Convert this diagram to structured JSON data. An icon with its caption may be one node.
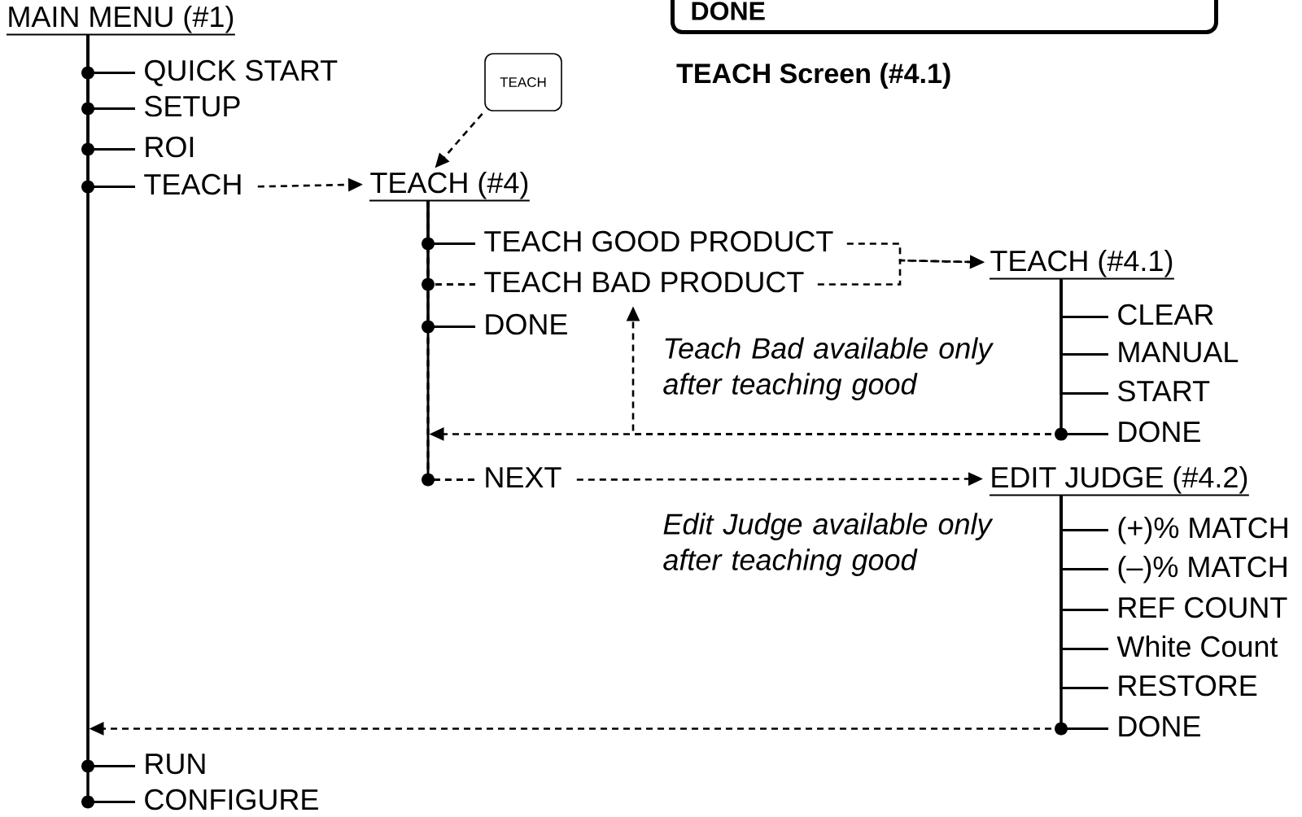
{
  "diagram": {
    "nodes": [
      {
        "text": [
          "MAIN MENU (#1)"
        ]
      },
      {
        "text": [
          "QUICK START"
        ]
      },
      {
        "text": [
          "SETUP"
        ]
      },
      {
        "text": [
          "ROI"
        ]
      },
      {
        "text": [
          "TEACH"
        ]
      },
      {
        "text": [
          "RUN"
        ]
      },
      {
        "text": [
          "CONFIGURE"
        ]
      },
      {
        "text": [
          "TEACH"
        ]
      },
      {
        "text": [
          "TEACH (#4)"
        ]
      },
      {
        "text": [
          "TEACH GOOD PRODUCT"
        ]
      },
      {
        "text": [
          "TEACH BAD PRODUCT"
        ]
      },
      {
        "text": [
          "DONE"
        ]
      },
      {
        "text": [
          "NEXT"
        ]
      },
      {
        "text": [
          "TEACH (#4.1)"
        ]
      },
      {
        "text": [
          "CLEAR"
        ]
      },
      {
        "text": [
          "MANUAL"
        ]
      },
      {
        "text": [
          "START"
        ]
      },
      {
        "text": [
          "DONE"
        ]
      },
      {
        "text": [
          "EDIT JUDGE (#4.2)"
        ]
      },
      {
        "text": [
          "(+)% MATCH"
        ]
      },
      {
        "text": [
          "(–)% MATCH"
        ]
      },
      {
        "text": [
          "REF COUNT"
        ]
      },
      {
        "text": [
          "White Count"
        ]
      },
      {
        "text": [
          "RESTORE"
        ]
      },
      {
        "text": [
          "DONE"
        ]
      },
      {
        "text": [
          "DONE"
        ]
      }
    ],
    "edges": [
      {
        "from": 0,
        "to": 1,
        "arrow": "none"
      },
      {
        "from": 0,
        "to": 2,
        "arrow": "none"
      },
      {
        "from": 0,
        "to": 3,
        "arrow": "none"
      },
      {
        "from": 0,
        "to": 4,
        "arrow": "none"
      },
      {
        "from": 0,
        "to": 5,
        "arrow": "none"
      },
      {
        "from": 0,
        "to": 6,
        "arrow": "none"
      },
      {
        "from": 8,
        "to": 9,
        "arrow": "none"
      },
      {
        "from": 8,
        "to": 10,
        "arrow": "none",
        "style": "dashed"
      },
      {
        "from": 8,
        "to": 11,
        "arrow": "none"
      },
      {
        "from": 8,
        "to": 12,
        "arrow": "none",
        "style": "dashed"
      },
      {
        "from": 13,
        "to": 14,
        "arrow": "none"
      },
      {
        "from": 13,
        "to": 15,
        "arrow": "none"
      },
      {
        "from": 13,
        "to": 16,
        "arrow": "none"
      },
      {
        "from": 13,
        "to": 17,
        "arrow": "none"
      },
      {
        "from": 18,
        "to": 19,
        "arrow": "none"
      },
      {
        "from": 18,
        "to": 20,
        "arrow": "none"
      },
      {
        "from": 18,
        "to": 21,
        "arrow": "none"
      },
      {
        "from": 18,
        "to": 22,
        "arrow": "none"
      },
      {
        "from": 18,
        "to": 23,
        "arrow": "none"
      },
      {
        "from": 18,
        "to": 24,
        "arrow": "none"
      },
      {
        "from": 4,
        "to": 8,
        "arrow": "to",
        "style": "dashed"
      },
      {
        "from": 7,
        "to": 8,
        "arrow": "to",
        "style": "dashed"
      },
      {
        "from": 9,
        "to": 13,
        "arrow": "to",
        "style": "dashed"
      },
      {
        "from": 10,
        "to": 13,
        "arrow": "to",
        "style": "dashed"
      },
      {
        "from": 17,
        "to": null,
        "arrow": "to",
        "style": "dashed"
      },
      {
        "from": 17,
        "to": 10,
        "arrow": "to",
        "style": "dashed"
      },
      {
        "from": 12,
        "to": 18,
        "arrow": "to",
        "style": "dashed"
      },
      {
        "from": 24,
        "to": null,
        "arrow": "to",
        "style": "dashed"
      }
    ],
    "labels": [
      "TEACH Screen (#4.1)",
      "Teach Bad available only after teaching good",
      "Edit Judge available only after teaching good"
    ]
  }
}
